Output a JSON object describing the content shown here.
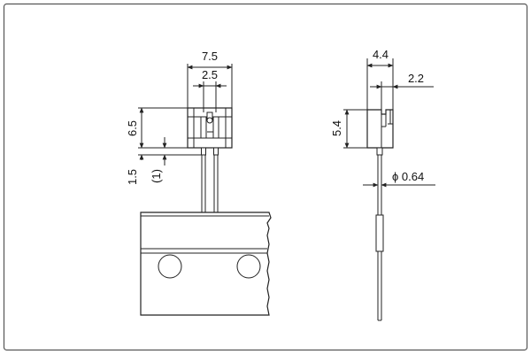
{
  "front_view": {
    "width_total": "7.5",
    "pin_pitch": "2.5",
    "body_height": "6.5",
    "lead_offset": "1.5",
    "lead_offset_ref": "(1)"
  },
  "side_view": {
    "depth_total": "4.4",
    "depth_partial": "2.2",
    "body_height": "5.4",
    "lead_diameter": "ϕ 0.64"
  },
  "colors": {
    "line": "#222222",
    "frame": "#555555",
    "background": "#ffffff"
  }
}
